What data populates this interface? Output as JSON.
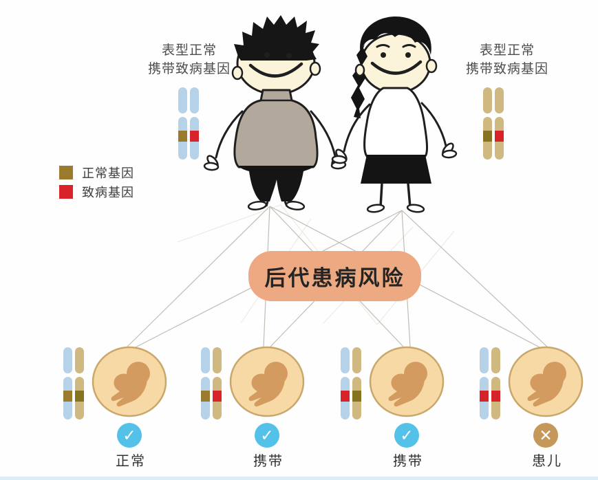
{
  "labels": {
    "father_condition": [
      "表型正常",
      "携带致病基因"
    ],
    "mother_condition": [
      "表型正常",
      "携带致病基因"
    ]
  },
  "legend": {
    "items": [
      {
        "label": "正常基因",
        "gene": "normal"
      },
      {
        "label": "致病基因",
        "gene": "disease"
      }
    ]
  },
  "risk_box": {
    "label": "后代患病风险"
  },
  "parents": {
    "father": {
      "chromosome_color": "blue",
      "genes": [
        "normal",
        "disease"
      ]
    },
    "mother": {
      "chromosome_color": "tan",
      "genes": [
        "normal",
        "disease"
      ]
    }
  },
  "offspring": [
    {
      "label": "正常",
      "status": "normal",
      "badge": "check",
      "paternal_gene": "normal",
      "maternal_gene": "normal"
    },
    {
      "label": "携带",
      "status": "carrier",
      "badge": "check",
      "paternal_gene": "normal",
      "maternal_gene": "disease"
    },
    {
      "label": "携带",
      "status": "carrier",
      "badge": "check",
      "paternal_gene": "disease",
      "maternal_gene": "normal"
    },
    {
      "label": "患儿",
      "status": "affected",
      "badge": "cross",
      "paternal_gene": "disease",
      "maternal_gene": "disease"
    }
  ],
  "badge_glyphs": {
    "check": "✓",
    "cross": "✕"
  },
  "colors": {
    "blue_chromosome": "#b5d2e8",
    "tan_chromosome": "#cfb980",
    "normal_gene": "#9a7b2d",
    "normal_gene_on_tan": "#857322",
    "disease_gene": "#d8232a",
    "risk_box_bg": "#eda981",
    "badge_check_bg": "#54c2e8",
    "badge_cross_bg": "#c6975a",
    "fetus_circle_fill": "#f6d9a4",
    "fetus_circle_stroke": "#c9a76b",
    "fetus_body": "#d49b60",
    "sweater": "#b2a89b",
    "connection_line": "#b7b0a6"
  }
}
